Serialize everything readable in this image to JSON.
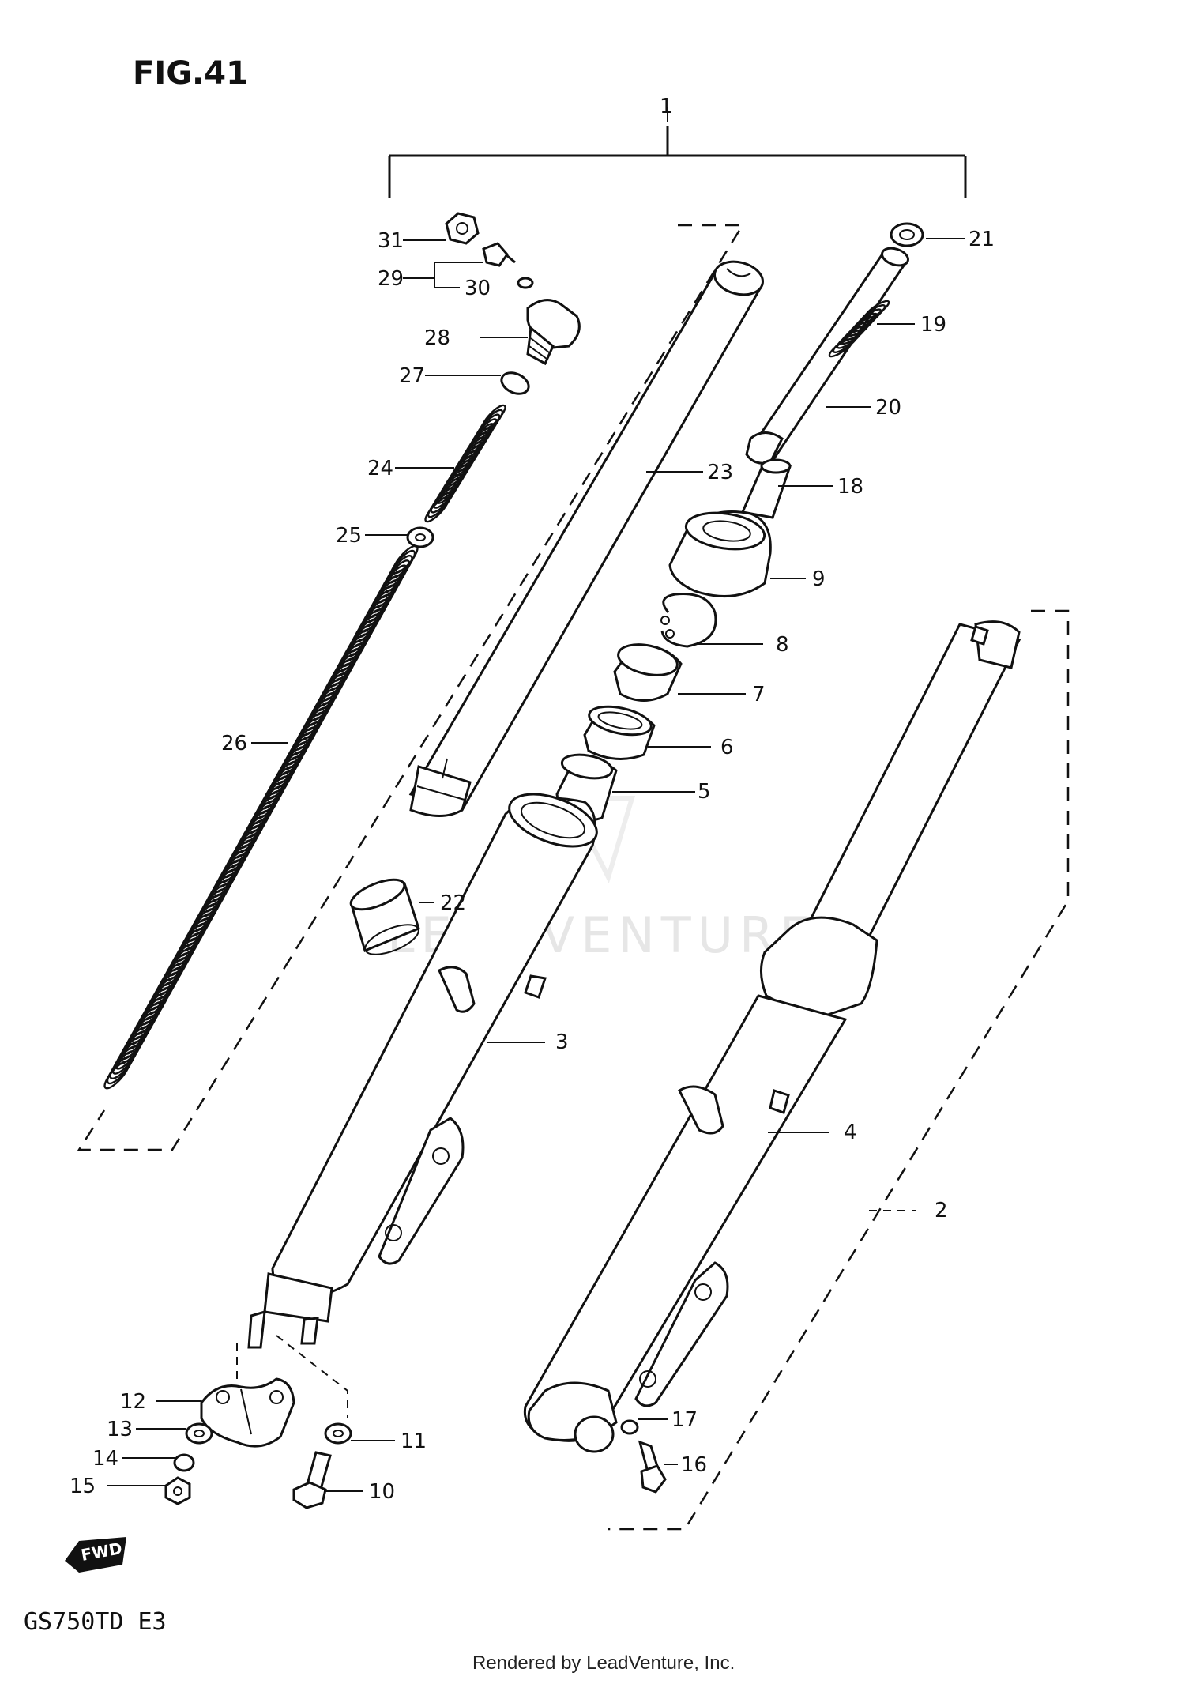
{
  "figure": {
    "title": "FIG.41",
    "model_code": "GS750TD  E3",
    "footer": "Rendered by LeadVenture, Inc.",
    "watermark": "LEADVENTURE",
    "direction_tag": "FWD"
  },
  "callouts": {
    "p1": "1",
    "p2": "2",
    "p3": "3",
    "p4": "4",
    "p5": "5",
    "p6": "6",
    "p7": "7",
    "p8": "8",
    "p9": "9",
    "p10": "10",
    "p11": "11",
    "p12": "12",
    "p13": "13",
    "p14": "14",
    "p15": "15",
    "p16": "16",
    "p17": "17",
    "p18": "18",
    "p19": "19",
    "p20": "20",
    "p21": "21",
    "p22": "22",
    "p23": "23",
    "p24": "24",
    "p25": "25",
    "p26": "26",
    "p27": "27",
    "p28": "28",
    "p29": "29",
    "p30": "30",
    "p31": "31"
  }
}
